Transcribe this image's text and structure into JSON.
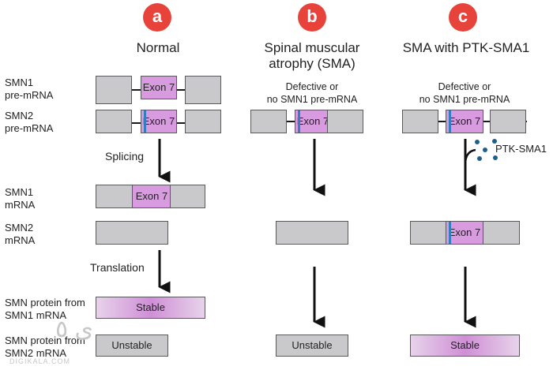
{
  "badges": {
    "a": "a",
    "b": "b",
    "c": "c"
  },
  "columns": {
    "a": {
      "title": "Normal"
    },
    "b": {
      "title_line1": "Spinal muscular",
      "title_line2": "atrophy (SMA)"
    },
    "c": {
      "title": "SMA with PTK-SMA1"
    }
  },
  "rows": {
    "smn1_pre": [
      "SMN1",
      "pre-mRNA"
    ],
    "smn2_pre": [
      "SMN2",
      "pre-mRNA"
    ],
    "smn1_mrna": [
      "SMN1",
      "mRNA"
    ],
    "smn2_mrna": [
      "SMN2",
      "mRNA"
    ],
    "protein1": [
      "SMN protein from",
      "SMN1 mRNA"
    ],
    "protein2": [
      "SMN protein from",
      "SMN2 mRNA"
    ]
  },
  "steps": {
    "splicing": "Splicing",
    "translation": "Translation"
  },
  "notes": {
    "defective_line1": "Defective or",
    "defective_line2": "no SMN1 pre-mRNA"
  },
  "exon_label": "Exon 7",
  "drug_label": "PTK-SMA1",
  "protein_states": {
    "stable": "Stable",
    "unstable": "Unstable"
  },
  "watermark": {
    "logo": "ى ٥",
    "site": "DIGIKALA.COM"
  },
  "colors": {
    "badge": "#e8433a",
    "exon": "#d99be0",
    "box": "#c9c9cb",
    "marker": "#2f7fc1",
    "drug_dots": "#1d5f8a"
  }
}
